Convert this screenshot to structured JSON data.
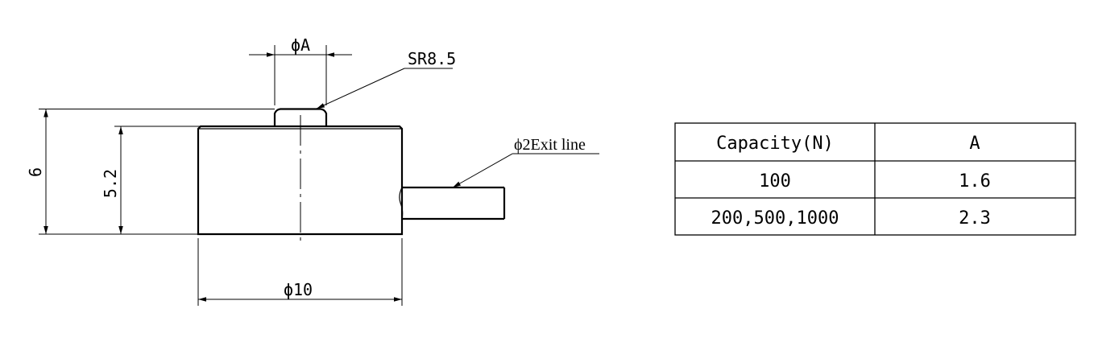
{
  "dimensions": {
    "total_height": "6",
    "body_height": "5.2",
    "body_diameter": "ϕ10",
    "button_diameter": "ϕA",
    "sphere_radius": "SR8.5",
    "exit_line": "ϕ2Exit line"
  },
  "table": {
    "headers": [
      "Capacity(N)",
      "A"
    ],
    "rows": [
      [
        "100",
        "1.6"
      ],
      [
        "200,500,1000",
        "2.3"
      ]
    ]
  }
}
